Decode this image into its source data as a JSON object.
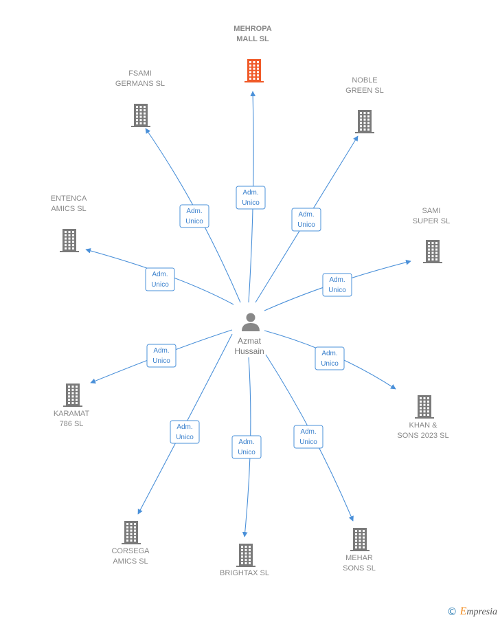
{
  "center": {
    "name": "Azmat\nHussain",
    "icon": "person-icon"
  },
  "relation_label": [
    "Adm.",
    "Unico"
  ],
  "companies": [
    {
      "id": "mehropa",
      "name": [
        "MEHROPA",
        "MALL  SL"
      ],
      "highlight": true
    },
    {
      "id": "fsami",
      "name": [
        "FSAMI",
        "GERMANS SL"
      ]
    },
    {
      "id": "noble",
      "name": [
        "NOBLE",
        "GREEN  SL"
      ]
    },
    {
      "id": "entenca",
      "name": [
        "ENTENCA",
        "AMICS SL"
      ]
    },
    {
      "id": "sami",
      "name": [
        "SAMI",
        "SUPER  SL"
      ]
    },
    {
      "id": "karamat",
      "name": [
        "KARAMAT",
        "786  SL"
      ]
    },
    {
      "id": "khan",
      "name": [
        "KHAN &",
        "SONS 2023  SL"
      ]
    },
    {
      "id": "corsega",
      "name": [
        "CORSEGA",
        "AMICS  SL"
      ]
    },
    {
      "id": "brightax",
      "name": [
        "BRIGHTAX  SL"
      ]
    },
    {
      "id": "mehar",
      "name": [
        "MEHAR",
        "SONS  SL"
      ]
    }
  ],
  "colors": {
    "edge": "#4a90d9",
    "building": "#7a7a7a",
    "building_highlight": "#f05a28",
    "person": "#888888"
  },
  "footer": {
    "copyright": "©",
    "brand_initial": "E",
    "brand_rest": "mpresia"
  }
}
